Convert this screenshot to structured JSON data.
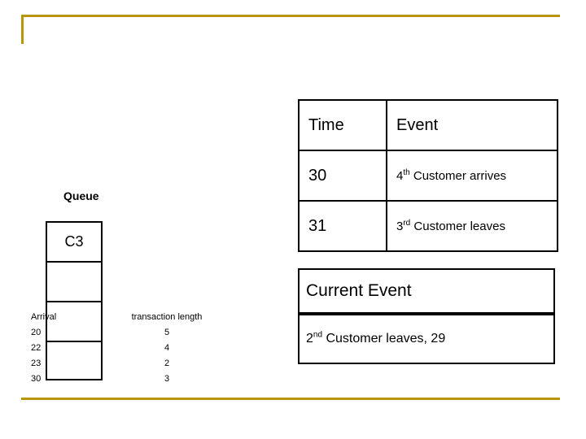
{
  "frame": {
    "accent_color": "#b8960c"
  },
  "event_table": {
    "headers": [
      "Time",
      "Event"
    ],
    "rows": [
      {
        "time": "30",
        "event_num": "4",
        "event_sup": "th",
        "event_rest": " Customer arrives"
      },
      {
        "time": "31",
        "event_num": "3",
        "event_sup": "rd",
        "event_rest": " Customer leaves"
      }
    ]
  },
  "current_event": {
    "title": "Current Event",
    "value_num": "2",
    "value_sup": "nd",
    "value_rest": " Customer leaves,  29"
  },
  "queue": {
    "label": "Queue",
    "cells": [
      "C3",
      "",
      "",
      ""
    ]
  },
  "arrival_table": {
    "headers": [
      "Arrival",
      "transaction length"
    ],
    "rows": [
      {
        "arrival": "20",
        "length": "5"
      },
      {
        "arrival": "22",
        "length": "4"
      },
      {
        "arrival": "23",
        "length": "2"
      },
      {
        "arrival": "30",
        "length": "3"
      }
    ]
  }
}
